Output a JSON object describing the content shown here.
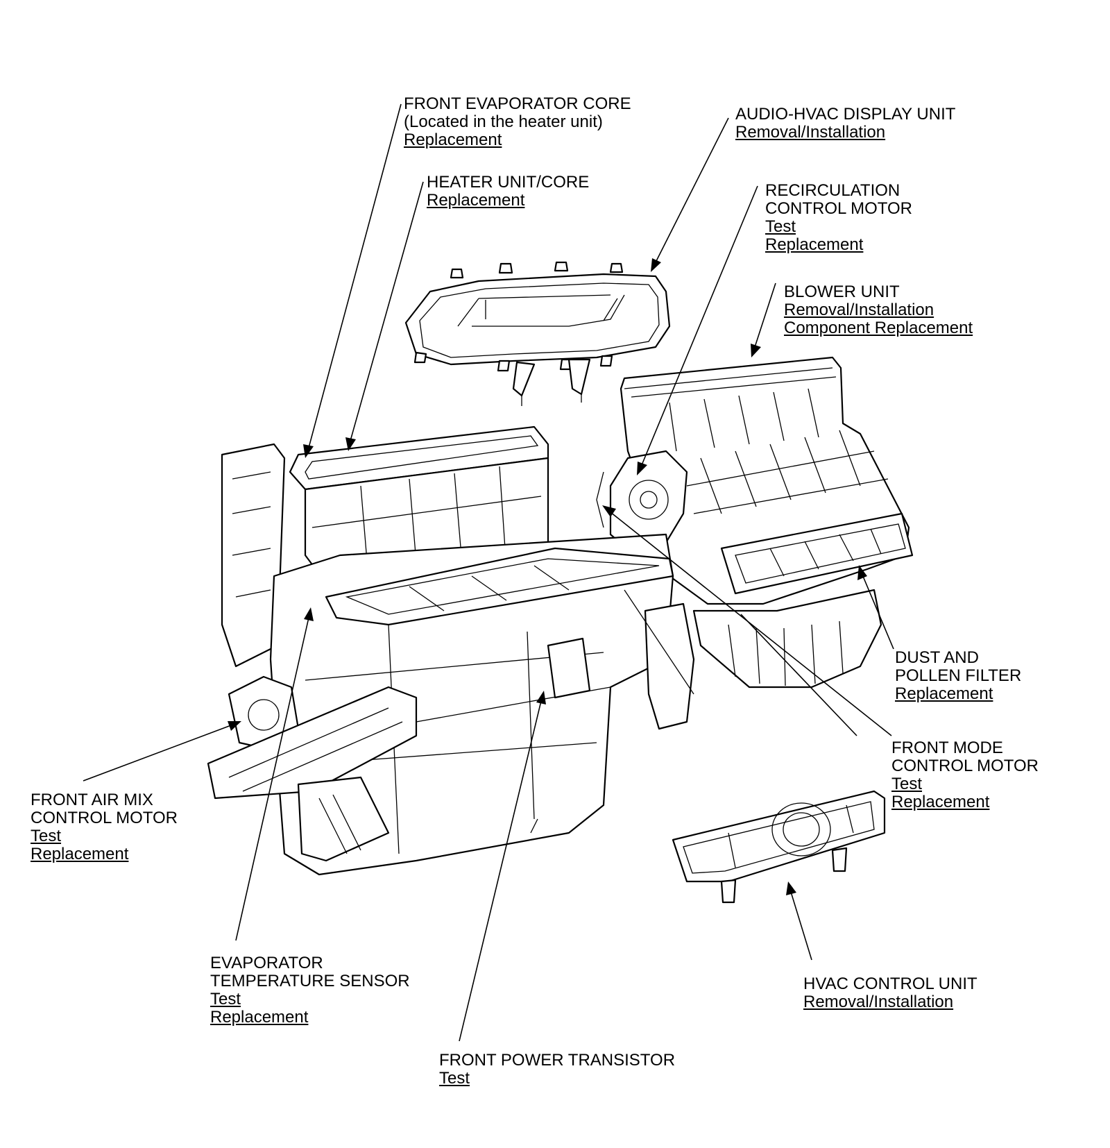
{
  "callouts": [
    {
      "id": "front-evaporator-core",
      "name": [
        "FRONT EVAPORATOR CORE",
        "(Located in the heater unit)"
      ],
      "links": [
        "Replacement"
      ]
    },
    {
      "id": "heater-unit-core",
      "name": [
        "HEATER UNIT/CORE"
      ],
      "links": [
        "Replacement"
      ]
    },
    {
      "id": "audio-hvac-display-unit",
      "name": [
        "AUDIO-HVAC DISPLAY UNIT"
      ],
      "links": [
        "Removal/Installation"
      ]
    },
    {
      "id": "recirculation-control-motor",
      "name": [
        "RECIRCULATION",
        "CONTROL MOTOR"
      ],
      "links": [
        "Test",
        "Replacement"
      ]
    },
    {
      "id": "blower-unit",
      "name": [
        "BLOWER UNIT"
      ],
      "links": [
        "Removal/Installation",
        "Component Replacement"
      ]
    },
    {
      "id": "dust-and-pollen-filter",
      "name": [
        "DUST AND",
        "POLLEN FILTER"
      ],
      "links": [
        "Replacement"
      ]
    },
    {
      "id": "front-mode-control-motor",
      "name": [
        "FRONT MODE",
        "CONTROL MOTOR"
      ],
      "links": [
        "Test",
        "Replacement"
      ]
    },
    {
      "id": "front-air-mix-control-motor",
      "name": [
        "FRONT AIR MIX",
        "CONTROL MOTOR"
      ],
      "links": [
        "Test",
        "Replacement"
      ]
    },
    {
      "id": "evaporator-temperature-sensor",
      "name": [
        "EVAPORATOR",
        "TEMPERATURE SENSOR"
      ],
      "links": [
        "Test",
        "Replacement"
      ]
    },
    {
      "id": "front-power-transistor",
      "name": [
        "FRONT POWER TRANSISTOR"
      ],
      "links": [
        "Test"
      ]
    },
    {
      "id": "hvac-control-unit",
      "name": [
        "HVAC CONTROL UNIT"
      ],
      "links": [
        "Removal/Installation"
      ]
    }
  ]
}
